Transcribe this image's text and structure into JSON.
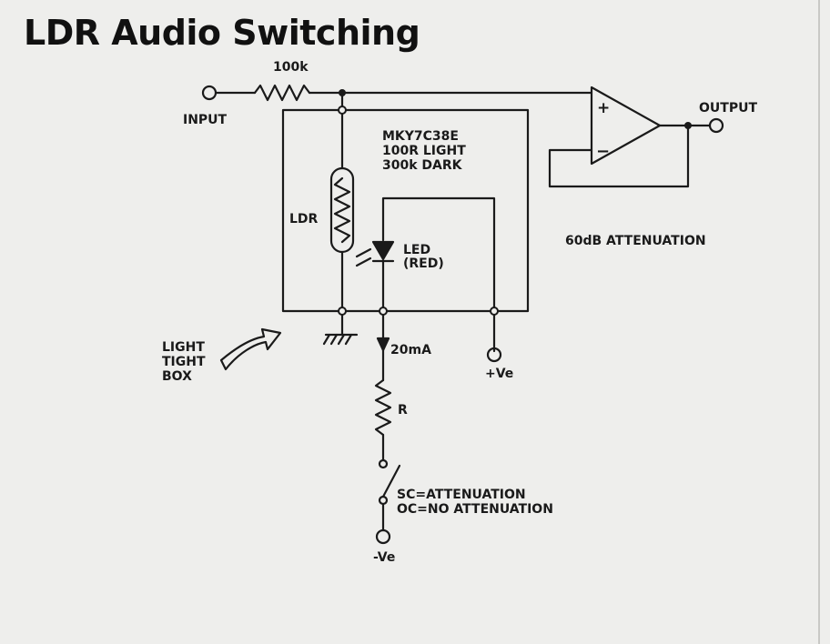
{
  "title": "LDR Audio Switching",
  "labels": {
    "resistor_top": "100k",
    "input": "INPUT",
    "output": "OUTPUT",
    "ldr_part": "MKY7C38E",
    "ldr_light": "100R LIGHT",
    "ldr_dark": "300k DARK",
    "ldr": "LDR",
    "led": "LED",
    "led_color": "(RED)",
    "attenuation": "60dB ATTENUATION",
    "box_line1": "LIGHT",
    "box_line2": "TIGHT",
    "box_line3": "BOX",
    "current": "20mA",
    "resistor_r": "R",
    "pos_supply": "+Ve",
    "neg_supply": "-Ve",
    "switch_sc": "SC=ATTENUATION",
    "switch_oc": "OC=NO ATTENUATION",
    "opamp_plus": "+",
    "opamp_minus": "−"
  }
}
